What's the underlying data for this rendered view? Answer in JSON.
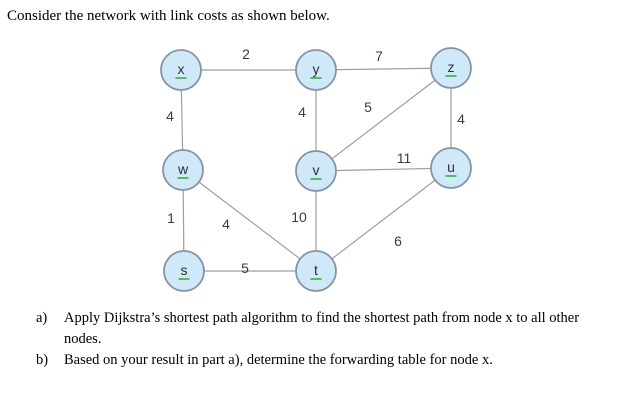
{
  "title": "Consider the network with link costs as shown below.",
  "graph": {
    "nodes": [
      {
        "id": "x",
        "label": "x"
      },
      {
        "id": "y",
        "label": "y"
      },
      {
        "id": "z",
        "label": "z"
      },
      {
        "id": "w",
        "label": "w"
      },
      {
        "id": "v",
        "label": "v"
      },
      {
        "id": "u",
        "label": "u"
      },
      {
        "id": "s",
        "label": "s"
      },
      {
        "id": "t",
        "label": "t"
      }
    ],
    "edges": [
      {
        "from": "x",
        "to": "y",
        "cost": "2"
      },
      {
        "from": "y",
        "to": "z",
        "cost": "7"
      },
      {
        "from": "x",
        "to": "w",
        "cost": "4"
      },
      {
        "from": "y",
        "to": "v",
        "cost": "4"
      },
      {
        "from": "z",
        "to": "v",
        "cost": "5"
      },
      {
        "from": "z",
        "to": "u",
        "cost": "4"
      },
      {
        "from": "v",
        "to": "u",
        "cost": "11"
      },
      {
        "from": "w",
        "to": "s",
        "cost": "1"
      },
      {
        "from": "w",
        "to": "t",
        "cost": "4"
      },
      {
        "from": "v",
        "to": "t",
        "cost": "10"
      },
      {
        "from": "s",
        "to": "t",
        "cost": "5"
      },
      {
        "from": "t",
        "to": "u",
        "cost": "6"
      }
    ],
    "colors": {
      "node_fill": "#cfe9f8",
      "node_border": "#8494a5",
      "edge_line": "#9e9e9e",
      "cost_text": "#3c3c3c",
      "letter_underline": "#3cb34a"
    }
  },
  "questions": [
    {
      "marker": "a)",
      "text": "Apply Dijkstra’s shortest path algorithm to find the shortest path from node x to all other nodes."
    },
    {
      "marker": "b)",
      "text": "Based on your result in part a), determine the forwarding table for node x."
    }
  ]
}
